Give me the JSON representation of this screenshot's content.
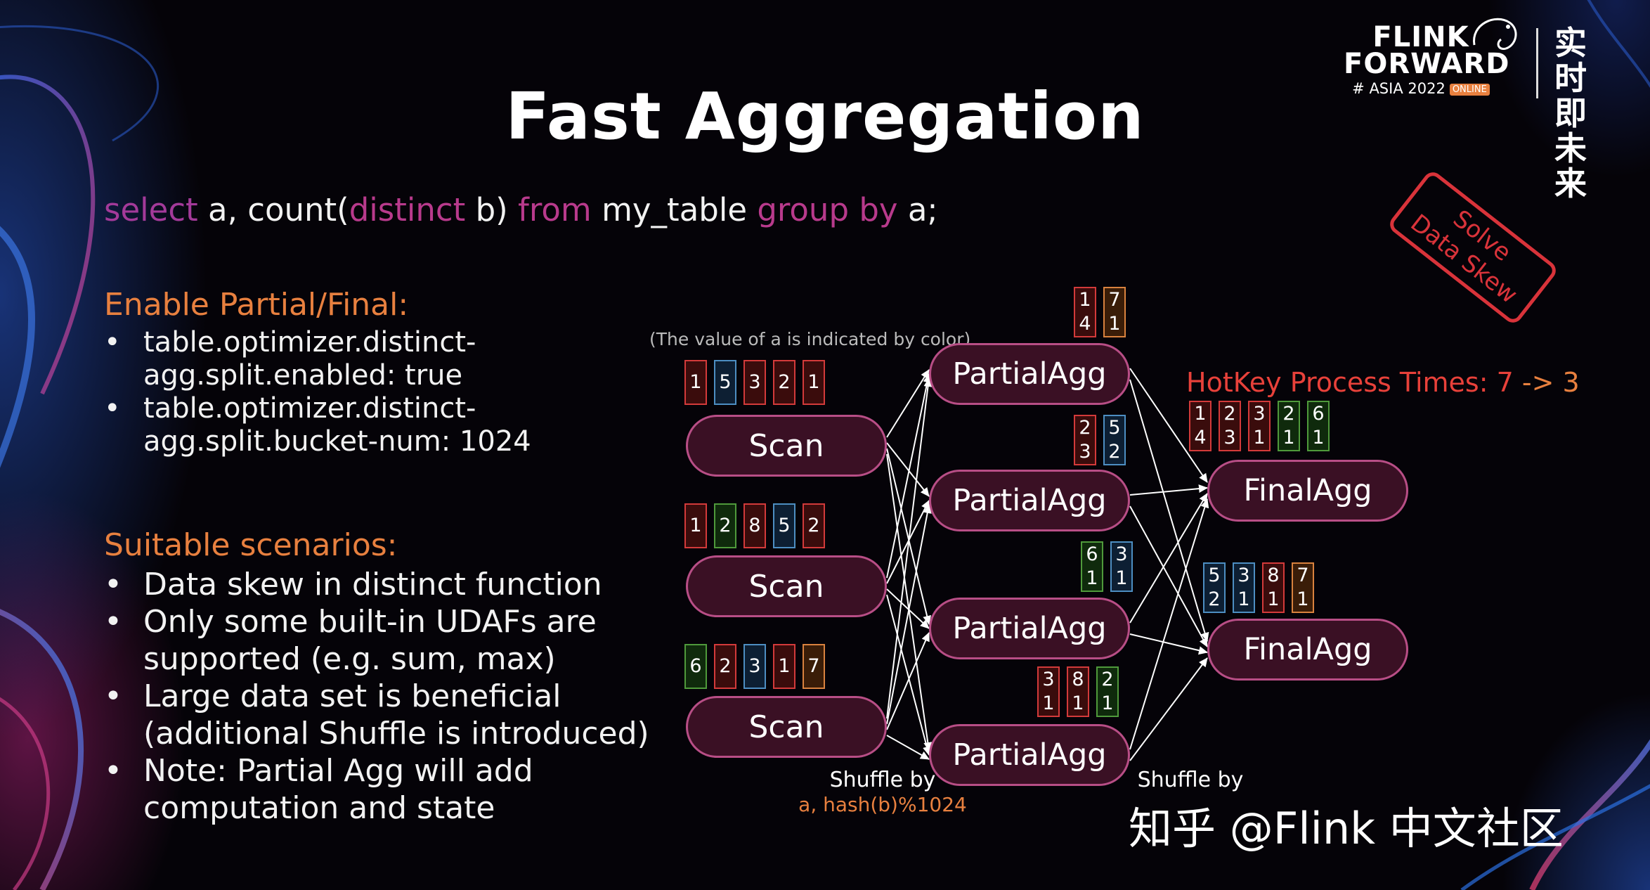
{
  "title": "Fast Aggregation",
  "sql": {
    "select": "select",
    "p1": " a, count(",
    "distinct": "distinct",
    "p2": " b) ",
    "from": "from",
    "p3": " my_table ",
    "group_by": "group by",
    "p4": " a;"
  },
  "section1": {
    "heading": "Enable Partial/Final:",
    "items": [
      "table.optimizer.distinct-agg.split.enabled: true",
      "table.optimizer.distinct-agg.split.bucket-num: 1024"
    ]
  },
  "section2": {
    "heading": "Suitable scenarios:",
    "items": [
      "Data skew in distinct function",
      "Only some built-in UDAFs are supported (e.g. sum, max)",
      "Large data set is beneficial (additional Shuffle is introduced)",
      "Note: Partial Agg will add computation and state"
    ]
  },
  "diagram": {
    "caption": "(The value of a is indicated by color)",
    "scan_label": "Scan",
    "partial_label": "PartialAgg",
    "final_label": "FinalAgg",
    "scan_inputs": [
      [
        {
          "v": "1",
          "c": "red"
        },
        {
          "v": "5",
          "c": "blue"
        },
        {
          "v": "3",
          "c": "red"
        },
        {
          "v": "2",
          "c": "red"
        },
        {
          "v": "1",
          "c": "red"
        }
      ],
      [
        {
          "v": "1",
          "c": "red"
        },
        {
          "v": "2",
          "c": "green"
        },
        {
          "v": "8",
          "c": "red"
        },
        {
          "v": "5",
          "c": "blue"
        },
        {
          "v": "2",
          "c": "red"
        }
      ],
      [
        {
          "v": "6",
          "c": "green"
        },
        {
          "v": "2",
          "c": "red"
        },
        {
          "v": "3",
          "c": "blue"
        },
        {
          "v": "1",
          "c": "red"
        },
        {
          "v": "7",
          "c": "orange"
        }
      ]
    ],
    "partial_outputs": [
      [
        {
          "t": "1",
          "b": "4",
          "c": "red"
        },
        {
          "t": "7",
          "b": "1",
          "c": "orange"
        }
      ],
      [
        {
          "t": "2",
          "b": "3",
          "c": "red"
        },
        {
          "t": "5",
          "b": "2",
          "c": "blue"
        }
      ],
      [
        {
          "t": "6",
          "b": "1",
          "c": "green"
        },
        {
          "t": "3",
          "b": "1",
          "c": "blue"
        }
      ],
      [
        {
          "t": "3",
          "b": "1",
          "c": "red"
        },
        {
          "t": "8",
          "b": "1",
          "c": "red"
        },
        {
          "t": "2",
          "b": "1",
          "c": "green"
        }
      ]
    ],
    "final_outputs": [
      [
        {
          "t": "1",
          "b": "4",
          "c": "red"
        },
        {
          "t": "2",
          "b": "3",
          "c": "red"
        },
        {
          "t": "3",
          "b": "1",
          "c": "red"
        },
        {
          "t": "2",
          "b": "1",
          "c": "green"
        },
        {
          "t": "6",
          "b": "1",
          "c": "green"
        }
      ],
      [
        {
          "t": "5",
          "b": "2",
          "c": "blue"
        },
        {
          "t": "3",
          "b": "1",
          "c": "blue"
        },
        {
          "t": "8",
          "b": "1",
          "c": "red"
        },
        {
          "t": "7",
          "b": "1",
          "c": "orange"
        }
      ]
    ],
    "shuffle1_label": "Shuffle by",
    "shuffle1_key": "a, hash(b)%1024",
    "shuffle2_label": "Shuffle by",
    "hotkey": {
      "prefix": "HotKey Process Times: 7 ",
      "arrow": "->",
      "value": " 3"
    },
    "stamp": {
      "line1": "Solve",
      "line2": "Data Skew"
    }
  },
  "logo": {
    "line1": "FLINK",
    "line2": "FORWARD",
    "sub": "# ASIA 2022",
    "badge": "ONLINE",
    "cn1": "实时即",
    "cn2": "未来"
  },
  "watermark": "知乎 @Flink 中文社区",
  "colors": {
    "red": "#d33a3a",
    "blue": "#4d8ec2",
    "green": "#4f9a3b",
    "orange": "#d9823e",
    "section": "#e8803f",
    "keyword": "#b83a8c",
    "node_border": "#b84e86"
  }
}
